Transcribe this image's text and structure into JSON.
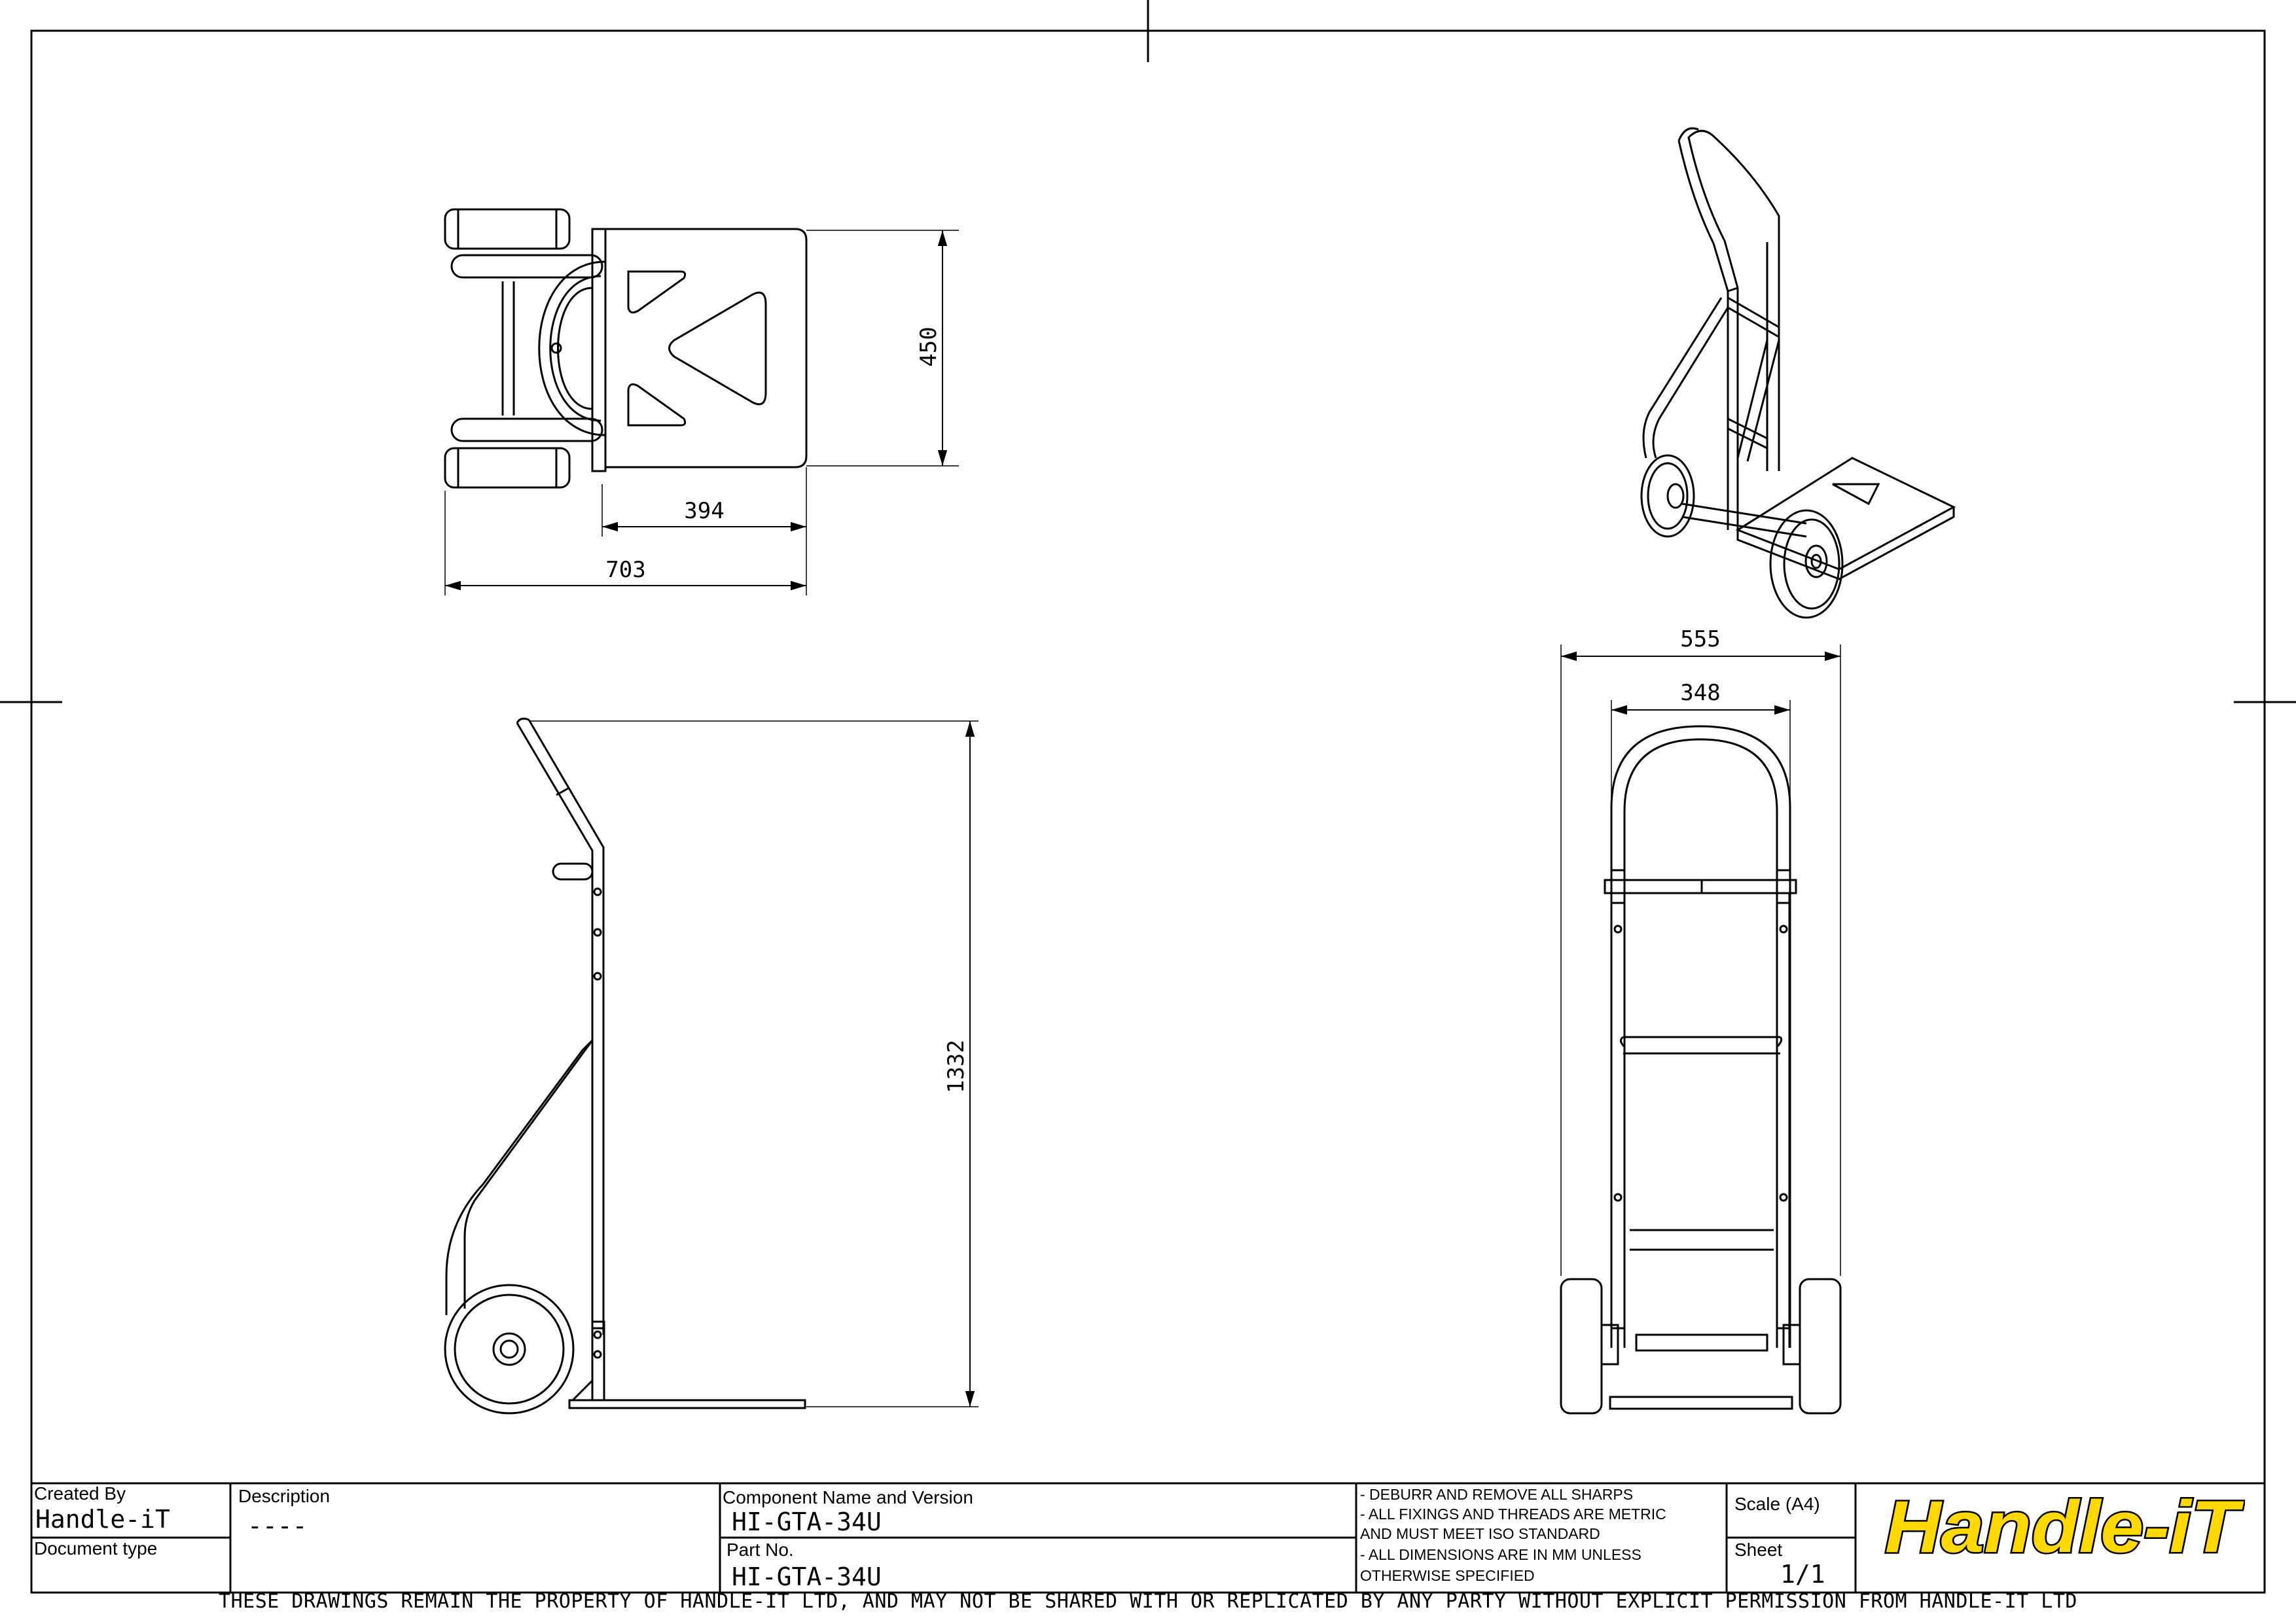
{
  "views": {
    "top": {
      "dim_depth_total": "703",
      "dim_depth_plate": "394",
      "dim_width_plate": "450"
    },
    "side": {
      "dim_height": "1332"
    },
    "front": {
      "dim_width_overall": "555",
      "dim_width_handle": "348"
    },
    "isometric": {}
  },
  "title_block": {
    "created_by_label": "Created By",
    "created_by_value": "Handle-iT",
    "document_type_label": "Document type",
    "description_label": "Description",
    "description_value": "----",
    "component_label": "Component Name and Version",
    "component_value": "HI-GTA-34U",
    "part_no_label": "Part No.",
    "part_no_value": "HI-GTA-34U",
    "notes": [
      " - DEBURR AND REMOVE ALL SHARPS",
      " - ALL FIXINGS AND THREADS ARE METRIC",
      "AND MUST MEET ISO STANDARD",
      " - ALL DIMENSIONS ARE IN MM UNLESS",
      "OTHERWISE SPECIFIED"
    ],
    "scale_label": "Scale (A4)",
    "sheet_label": "Sheet",
    "sheet_value": "1/1",
    "logo_text": "Handle-iT",
    "logo_color": "#FFD800"
  },
  "footer_text": "THESE DRAWINGS REMAIN THE PROPERTY OF HANDLE-IT LTD, AND MAY NOT BE SHARED WITH OR REPLICATED BY ANY PARTY WITHOUT EXPLICIT PERMISSION FROM HANDLE-IT LTD"
}
